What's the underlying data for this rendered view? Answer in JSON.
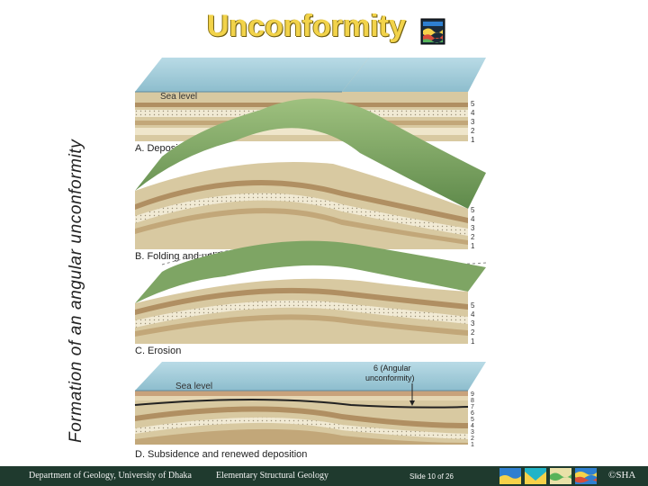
{
  "slide": {
    "title": "Unconformity",
    "side_title": "Formation of an angular unconformity"
  },
  "diagram": {
    "panels": [
      {
        "caption": "A. Deposition",
        "sea_label": "Sea level",
        "layers": [
          "5",
          "4",
          "3",
          "2",
          "1"
        ]
      },
      {
        "caption": "B. Folding and uplifting",
        "layers": [
          "5",
          "4",
          "3",
          "2",
          "1"
        ]
      },
      {
        "caption": "C. Erosion",
        "layers": [
          "5",
          "4",
          "3",
          "2",
          "1"
        ]
      },
      {
        "caption": "D. Subsidence and renewed deposition",
        "sea_label": "Sea level",
        "annotation_line1": "6 (Angular",
        "annotation_line2": "unconformity)",
        "layers": [
          "9",
          "8",
          "7",
          "6",
          "5",
          "4",
          "3",
          "2",
          "1"
        ]
      }
    ]
  },
  "footer": {
    "department": "Department of Geology, University of Dhaka",
    "course": "Elementary Structural Geology",
    "slide_number": "Slide 10 of 26",
    "copyright": "©SHA"
  },
  "colors": {
    "title": "#f2d34a",
    "footer_bg": "#1f3a2e",
    "sea": "#9cc7d6",
    "land": "#7ea564"
  }
}
